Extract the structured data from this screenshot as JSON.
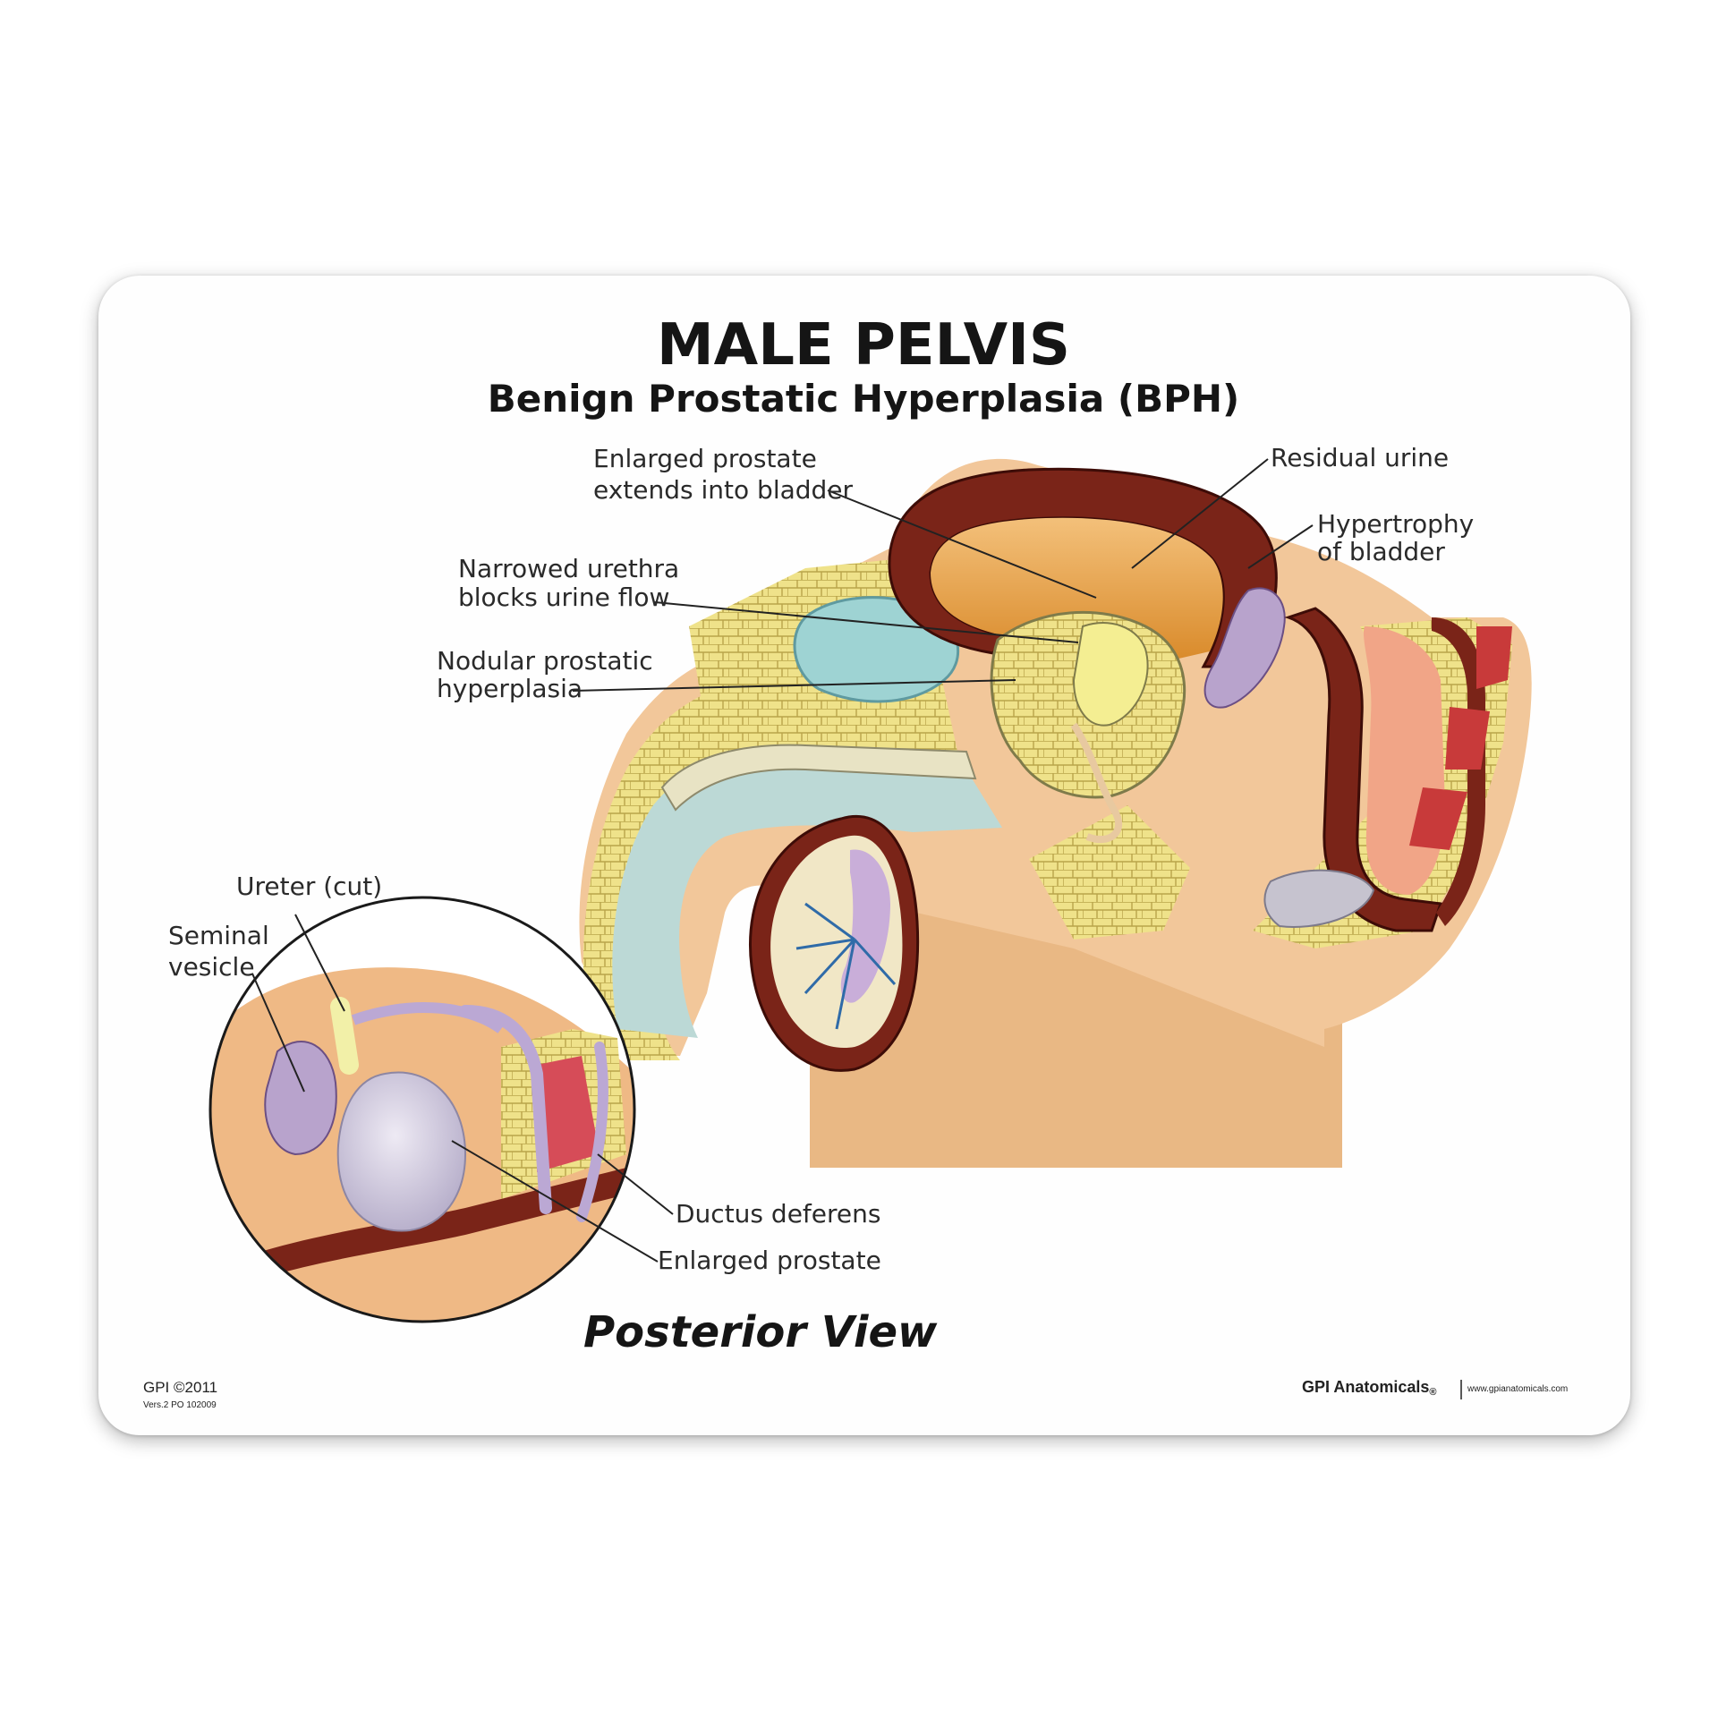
{
  "title": "MALE PELVIS",
  "subtitle": "Benign Prostatic Hyperplasia (BPH)",
  "labels": {
    "enlarged_prostate_bladder_1": "Enlarged prostate",
    "enlarged_prostate_bladder_2": "extends into bladder",
    "residual_urine": "Residual urine",
    "hypertrophy_1": "Hypertrophy",
    "hypertrophy_2": "of bladder",
    "narrowed_urethra_1": "Narrowed urethra",
    "narrowed_urethra_2": "blocks urine flow",
    "nodular_1": "Nodular prostatic",
    "nodular_2": "hyperplasia",
    "ureter_cut": "Ureter (cut)",
    "seminal_1": "Seminal",
    "seminal_2": "vesicle",
    "ductus_deferens": "Ductus deferens",
    "enlarged_prostate": "Enlarged prostate"
  },
  "inset_caption": "Posterior View",
  "footer": {
    "copyright": "GPI ©2011",
    "version": "Vers.2  PO 102009",
    "brand": "GPI Anatomicals",
    "registered": "®",
    "website": "www.gpianatomicals.com"
  }
}
